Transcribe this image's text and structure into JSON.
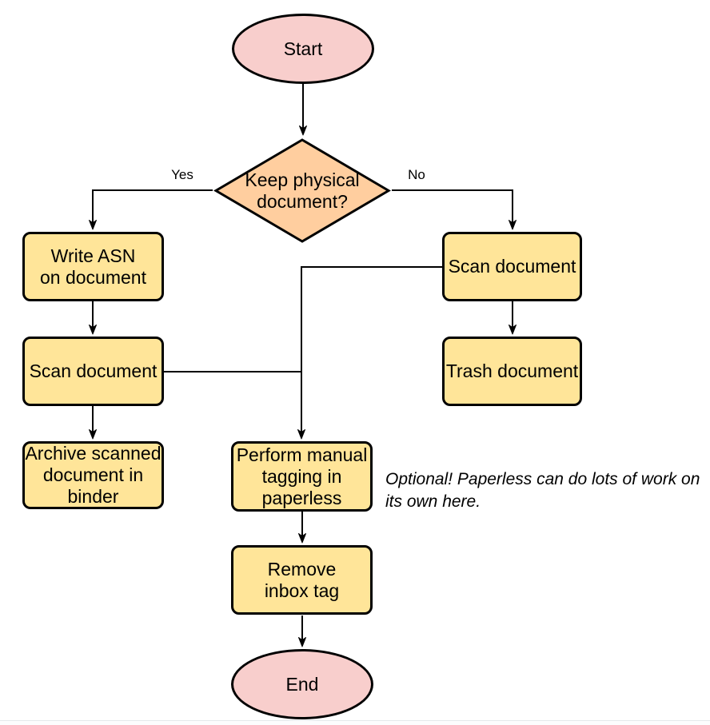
{
  "diagram": {
    "nodes": {
      "start": {
        "type": "terminal",
        "label": "Start",
        "fill": "#f8cecc"
      },
      "decision": {
        "type": "decision",
        "label": "Keep physical\ndocument?",
        "fill": "#ffce9f"
      },
      "write_asn": {
        "type": "process",
        "label": "Write ASN\non document",
        "fill": "#ffe599"
      },
      "scan_left": {
        "type": "process",
        "label": "Scan document",
        "fill": "#ffe599"
      },
      "archive": {
        "type": "process",
        "label": "Archive scanned\ndocument in\nbinder",
        "fill": "#ffe599"
      },
      "scan_right": {
        "type": "process",
        "label": "Scan document",
        "fill": "#ffe599"
      },
      "trash": {
        "type": "process",
        "label": "Trash document",
        "fill": "#ffe599"
      },
      "perform": {
        "type": "process",
        "label": "Perform manual\ntagging in\npaperless",
        "fill": "#ffe599"
      },
      "remove": {
        "type": "process",
        "label": "Remove\ninbox tag",
        "fill": "#ffe599"
      },
      "end": {
        "type": "terminal",
        "label": "End",
        "fill": "#f8cecc"
      }
    },
    "edges": [
      {
        "from": "start",
        "to": "decision",
        "label": ""
      },
      {
        "from": "decision",
        "to": "write_asn",
        "label": "Yes"
      },
      {
        "from": "decision",
        "to": "scan_right",
        "label": "No"
      },
      {
        "from": "write_asn",
        "to": "scan_left",
        "label": ""
      },
      {
        "from": "scan_left",
        "to": "archive",
        "label": ""
      },
      {
        "from": "scan_right",
        "to": "trash",
        "label": ""
      },
      {
        "from": "scan_right",
        "to": "perform",
        "label": ""
      },
      {
        "from": "scan_left",
        "to": "perform",
        "label": ""
      },
      {
        "from": "perform",
        "to": "remove",
        "label": ""
      },
      {
        "from": "remove",
        "to": "end",
        "label": ""
      }
    ],
    "edge_labels": {
      "yes": "Yes",
      "no": "No"
    },
    "note": "Optional! Paperless can do lots of work on\nits own here.",
    "colors": {
      "terminal_fill": "#f8cecc",
      "decision_fill": "#ffce9f",
      "process_fill": "#ffe599",
      "stroke": "#000000",
      "background": "#ffffff"
    }
  }
}
